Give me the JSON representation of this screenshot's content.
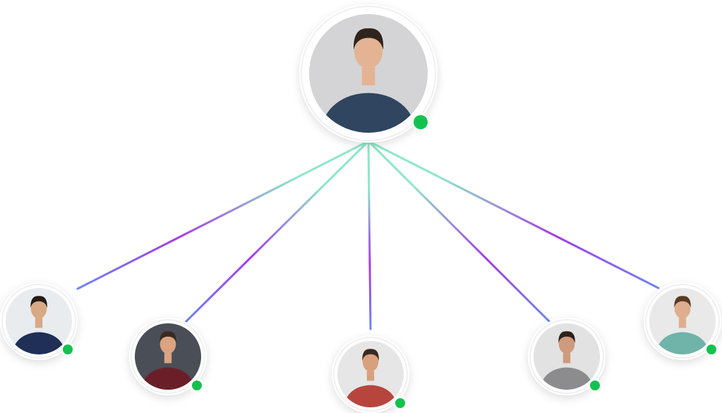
{
  "diagram": {
    "type": "team-network",
    "line_gradient": [
      "#8ee6c9",
      "#a43be6",
      "#6f86f2"
    ],
    "status_color": "#13c24e",
    "lead": {
      "status": "online",
      "bg": "#d4d4d6",
      "shirt": "#2f4560",
      "skin": "#e3b393",
      "hair": "#2e241e"
    },
    "members": [
      {
        "status": "online",
        "bg": "#e8ecef",
        "shirt": "#1f2f57",
        "skin": "#d9a884",
        "hair": "#241a14"
      },
      {
        "status": "online",
        "bg": "#4a4e57",
        "shirt": "#6a1f28",
        "skin": "#dba380",
        "hair": "#3a2a20"
      },
      {
        "status": "online",
        "bg": "#e6e6e6",
        "shirt": "#b8453d",
        "skin": "#d9a07e",
        "hair": "#3b2a1e"
      },
      {
        "status": "online",
        "bg": "#e2e2e2",
        "shirt": "#8c8c8e",
        "skin": "#cf9b7c",
        "hair": "#2c221c"
      },
      {
        "status": "online",
        "bg": "#e9e9ea",
        "shirt": "#6fb3a9",
        "skin": "#e0ad8e",
        "hair": "#5a3a22"
      }
    ]
  }
}
